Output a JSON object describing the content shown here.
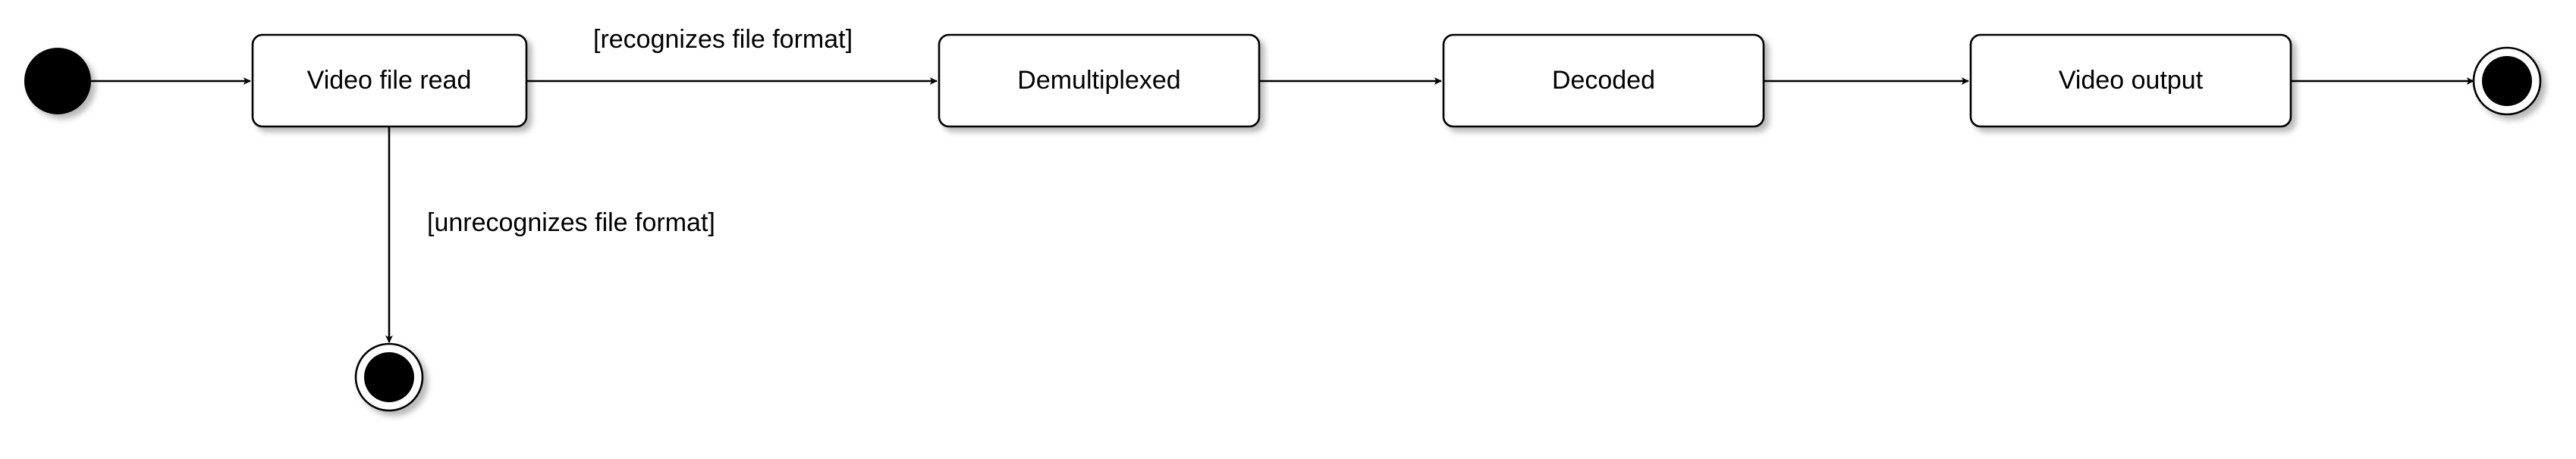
{
  "diagram": {
    "type": "uml-state-machine",
    "states": {
      "video_file_read": "Video file read",
      "demultiplexed": "Demultiplexed",
      "decoded": "Decoded",
      "video_output": "Video output"
    },
    "guards": {
      "recognized": "[recognizes file format]",
      "unrecognized": "[unrecognizes file format]"
    },
    "transitions": [
      {
        "from": "initial",
        "to": "video_file_read",
        "guard": ""
      },
      {
        "from": "video_file_read",
        "to": "demultiplexed",
        "guard": "[recognizes file format]"
      },
      {
        "from": "video_file_read",
        "to": "final_error",
        "guard": "[unrecognizes file format]"
      },
      {
        "from": "demultiplexed",
        "to": "decoded",
        "guard": ""
      },
      {
        "from": "decoded",
        "to": "video_output",
        "guard": ""
      },
      {
        "from": "video_output",
        "to": "final",
        "guard": ""
      }
    ],
    "colors": {
      "stroke": "#000000",
      "fill": "#ffffff",
      "node_fill": "#000000",
      "shadow": "#8a8a8a"
    }
  }
}
